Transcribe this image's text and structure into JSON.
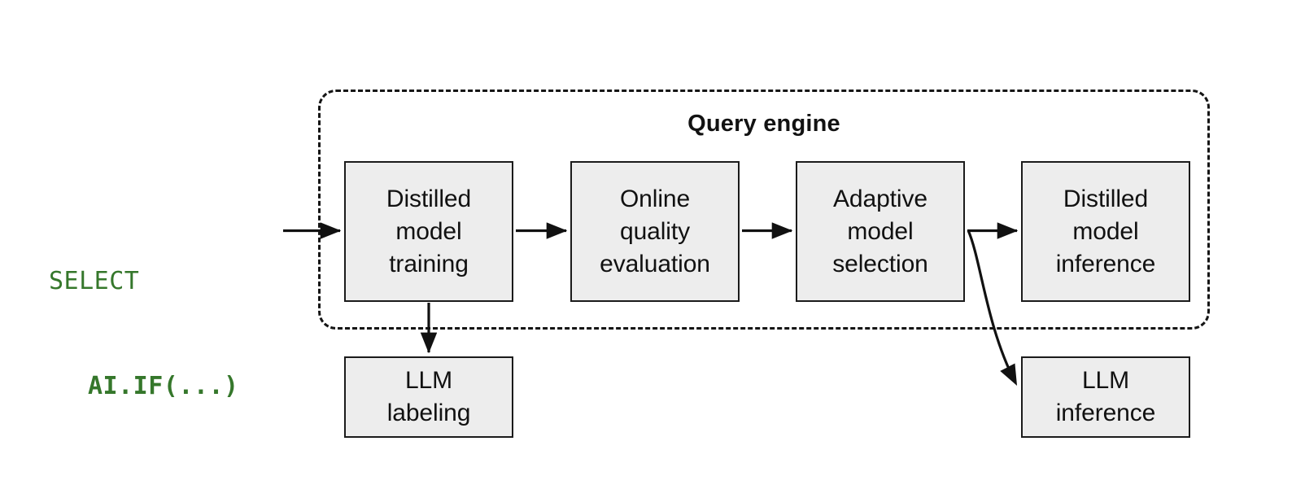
{
  "diagram": {
    "title": "Query engine",
    "query": {
      "line1": "SELECT",
      "line2": "AI.IF(...)",
      "color": "#35772b"
    },
    "container": {
      "label": "Query engine",
      "style": "dashed-rounded-rectangle",
      "border_color": "#151515"
    },
    "node_style": {
      "fill": "#ededed",
      "stroke": "#1b1b1b",
      "text_color": "#111111"
    },
    "nodes": [
      {
        "id": "distilled-model-training",
        "label": "Distilled\nmodel\ntraining",
        "inside_engine": true
      },
      {
        "id": "online-quality-evaluation",
        "label": "Online\nquality\nevaluation",
        "inside_engine": true
      },
      {
        "id": "adaptive-model-selection",
        "label": "Adaptive\nmodel\nselection",
        "inside_engine": true
      },
      {
        "id": "distilled-model-inference",
        "label": "Distilled\nmodel\ninference",
        "inside_engine": true
      },
      {
        "id": "llm-labeling",
        "label": "LLM\nlabeling",
        "inside_engine": false
      },
      {
        "id": "llm-inference",
        "label": "LLM\ninference",
        "inside_engine": false
      }
    ],
    "edges": [
      {
        "id": "query-to-training",
        "from": "query",
        "to": "distilled-model-training",
        "kind": "straight-arrow"
      },
      {
        "id": "training-to-eval",
        "from": "distilled-model-training",
        "to": "online-quality-evaluation",
        "kind": "straight-arrow"
      },
      {
        "id": "eval-to-selection",
        "from": "online-quality-evaluation",
        "to": "adaptive-model-selection",
        "kind": "straight-arrow"
      },
      {
        "id": "selection-to-dmi",
        "from": "adaptive-model-selection",
        "to": "distilled-model-inference",
        "kind": "straight-arrow"
      },
      {
        "id": "training-to-label",
        "from": "distilled-model-training",
        "to": "llm-labeling",
        "kind": "straight-arrow"
      },
      {
        "id": "selection-to-llmi",
        "from": "adaptive-model-selection",
        "to": "llm-inference",
        "kind": "curved-arrow"
      }
    ]
  }
}
